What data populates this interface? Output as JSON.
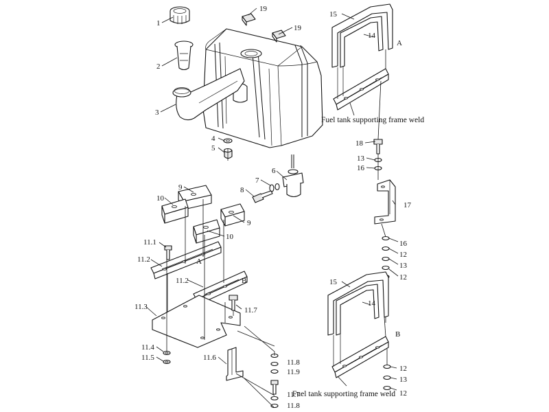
{
  "callouts": {
    "p1": "1",
    "p2": "2",
    "p3": "3",
    "p4": "4",
    "p5": "5",
    "p6": "6",
    "p7": "7",
    "p8": "8",
    "p9a": "9",
    "p9b": "9",
    "p10a": "10",
    "p10b": "10",
    "p11_1": "11.1",
    "p11_2a": "11.2",
    "p11_2b": "11.2",
    "p11_3": "11.3",
    "p11_4": "11.4",
    "p11_5": "11.5",
    "p11_6": "11.6",
    "p11_7a": "11.7",
    "p11_7b": "11.7",
    "p11_8a": "11.8",
    "p11_8b": "11.8",
    "p11_9": "11.9",
    "p12a": "12",
    "p12b": "12",
    "p12c": "12",
    "p12d": "12",
    "p13a": "13",
    "p13b": "13",
    "p13c": "13",
    "p14a": "14",
    "p14b": "14",
    "p15a": "15",
    "p15b": "15",
    "p16a": "16",
    "p16b": "16",
    "p17": "17",
    "p18": "18",
    "p19a": "19",
    "p19b": "19"
  },
  "view_letters": {
    "a_top": "A",
    "a_mid": "A",
    "b_mid": "B",
    "b_right": "B"
  },
  "captions": {
    "weld_top": "Fuel tank supporting frame weld",
    "weld_bottom": "Fuel tank supporting frame weld"
  }
}
